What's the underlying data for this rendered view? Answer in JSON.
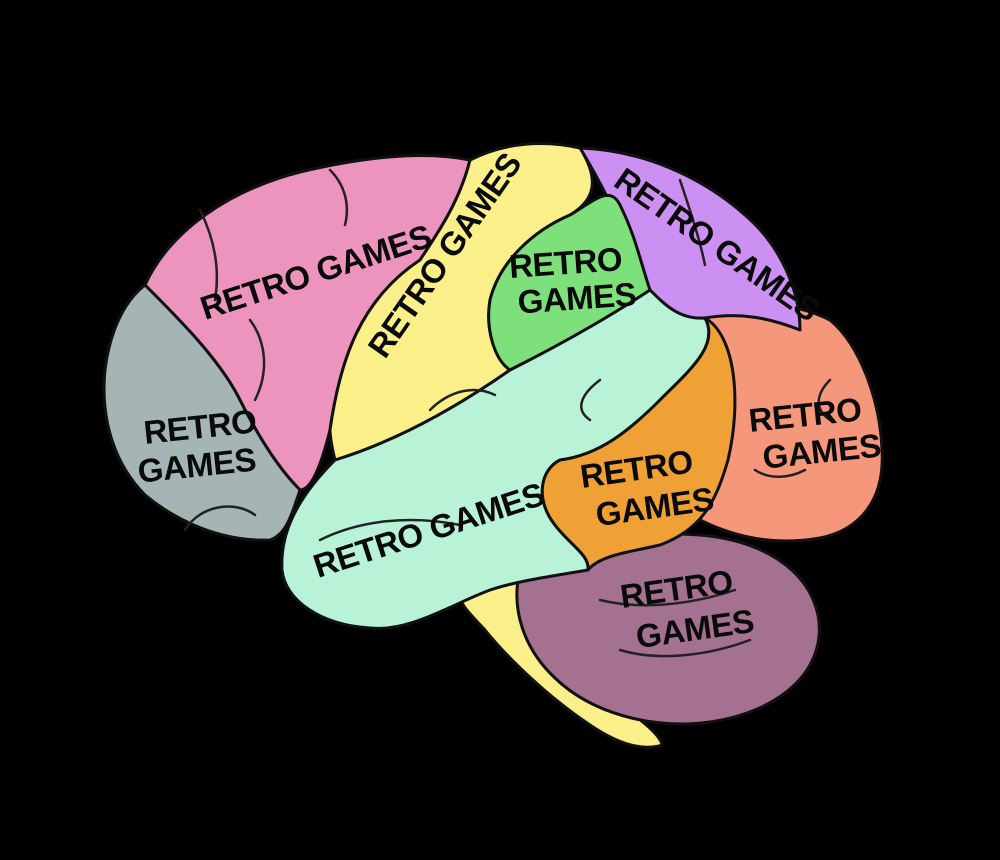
{
  "regions": [
    {
      "id": "frontal",
      "name": "frontal-lobe",
      "color": "#ec94be",
      "label": [
        "RETRO GAMES"
      ]
    },
    {
      "id": "prefrontal",
      "name": "prefrontal-lobe",
      "color": "#a5b5b5",
      "label": [
        "RETRO",
        "GAMES"
      ]
    },
    {
      "id": "motor",
      "name": "motor-cortex",
      "color": "#fbef89",
      "label": [
        "RETRO GAMES"
      ]
    },
    {
      "id": "sensory",
      "name": "sensory-cortex",
      "color": "#7ee07a",
      "label": [
        "RETRO",
        "GAMES"
      ]
    },
    {
      "id": "parietal",
      "name": "parietal-lobe",
      "color": "#cb90f2",
      "label": [
        "RETRO GAMES"
      ]
    },
    {
      "id": "occipital",
      "name": "occipital-lobe",
      "color": "#f4977b",
      "label": [
        "RETRO",
        "GAMES"
      ]
    },
    {
      "id": "temporal",
      "name": "temporal-lobe",
      "color": "#b8f3d8",
      "label": [
        "RETRO GAMES"
      ]
    },
    {
      "id": "wernicke",
      "name": "wernicke-area",
      "color": "#f0a136",
      "label": [
        "RETRO",
        "GAMES"
      ]
    },
    {
      "id": "cerebellum",
      "name": "cerebellum",
      "color": "#a57190",
      "label": [
        "RETRO",
        "GAMES"
      ]
    },
    {
      "id": "brainstem",
      "name": "brain-stem",
      "color": "#fbef89",
      "label": []
    }
  ]
}
